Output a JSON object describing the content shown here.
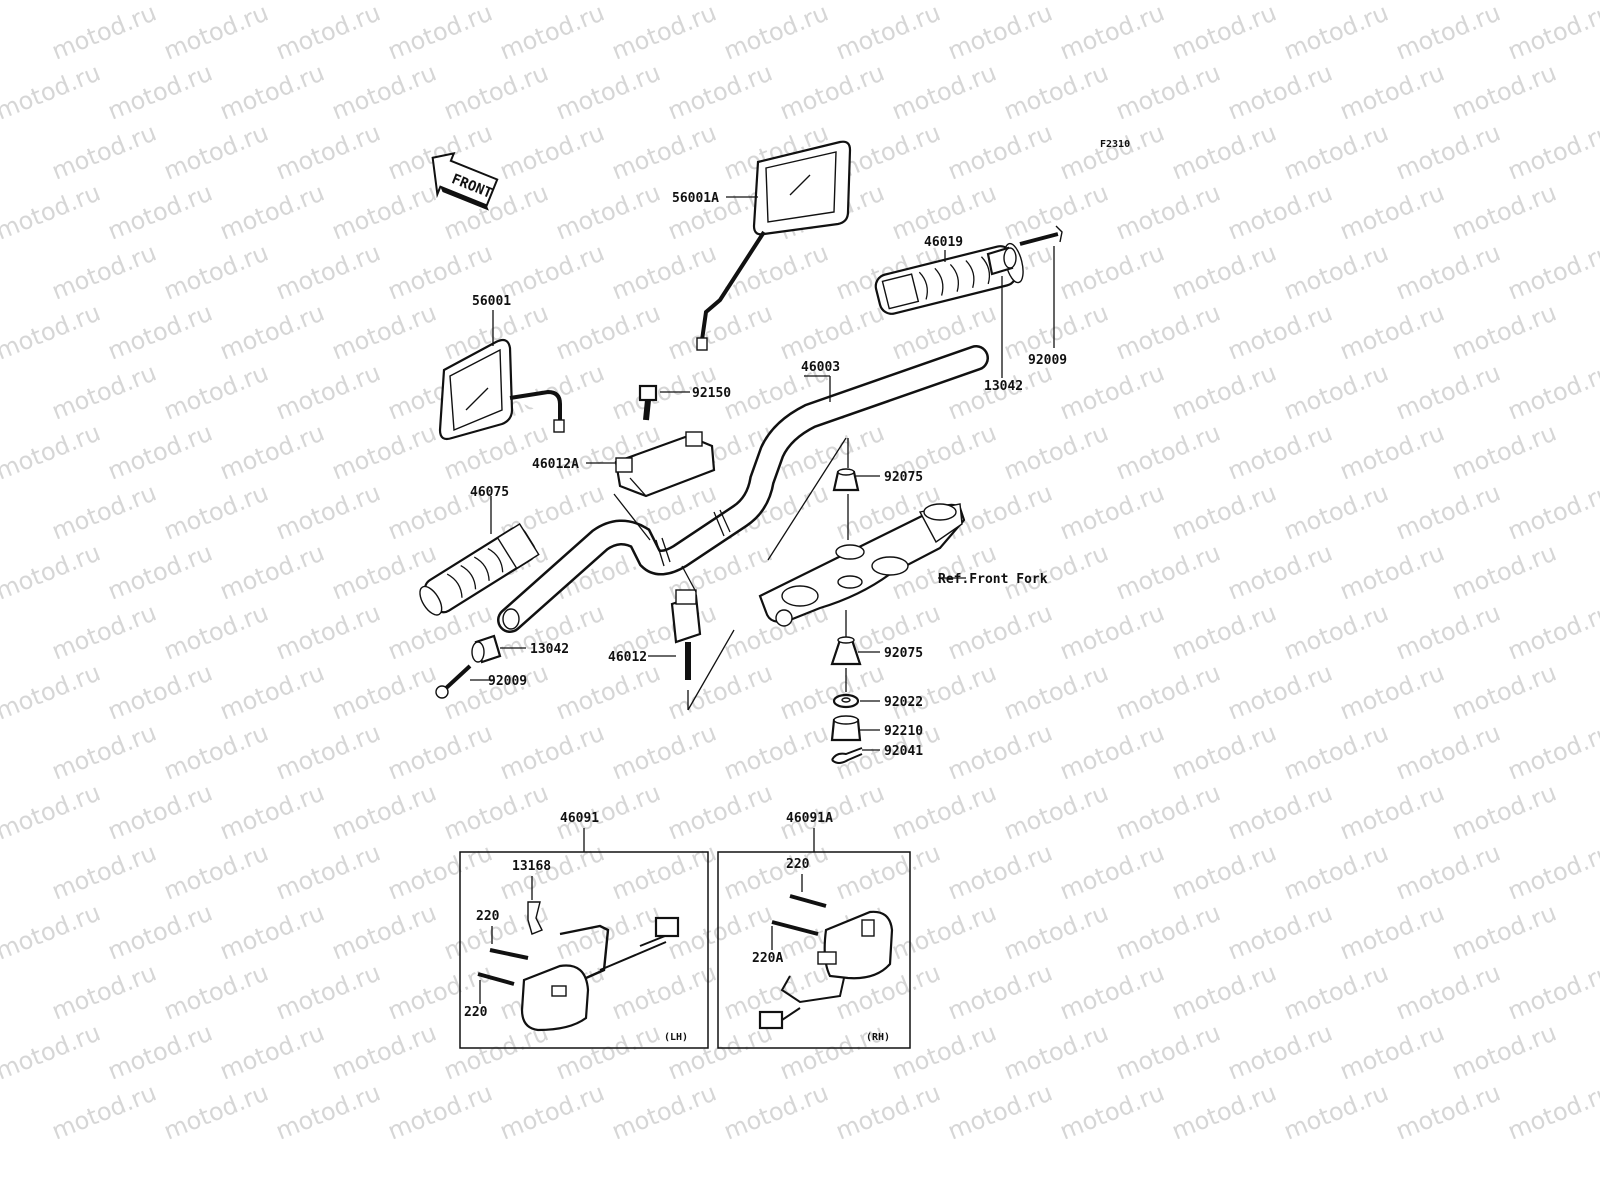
{
  "figure_code": "F2310",
  "front_arrow_text": "FRONT",
  "watermark_text": "motod.ru",
  "reference_text": "Ref.Front Fork",
  "callouts": {
    "mirror_right": "56001A",
    "mirror_left": "56001",
    "grip_right": "46019",
    "grip_left": "46075",
    "handlebar": "46003",
    "holder_upper": "46012A",
    "holder_lower": "46012",
    "bolt_holder": "92150",
    "bar_end_right": "13042",
    "bar_end_left": "13042",
    "screw_right": "92009",
    "screw_left": "92009",
    "damper_upper": "92075",
    "damper_lower": "92075",
    "washer": "92022",
    "nut": "92210",
    "cotter_pin": "92041",
    "switch_lh": "46091",
    "switch_rh": "46091A",
    "lever_clip": "13168",
    "screw_lh_a": "220",
    "screw_lh_b": "220",
    "screw_rh_a": "220",
    "screw_rh_b": "220A"
  },
  "panels": {
    "lh_tag": "(LH)",
    "rh_tag": "(RH)"
  }
}
